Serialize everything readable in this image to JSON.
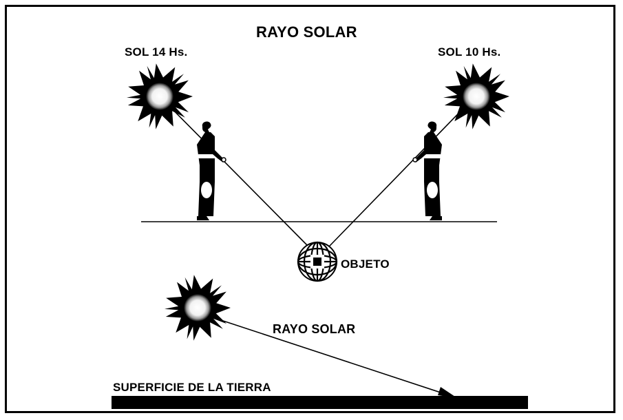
{
  "diagram": {
    "title": "RAYO SOLAR",
    "sun_left_label": "SOL 14 Hs.",
    "sun_right_label": "SOL 10 Hs.",
    "object_label": "OBJETO",
    "ray_label": "RAYO SOLAR",
    "surface_label": "SUPERFICIE DE LA TIERRA"
  },
  "icons": [
    "sun-icon",
    "person-icon",
    "globe-icon",
    "arrow-icon"
  ]
}
